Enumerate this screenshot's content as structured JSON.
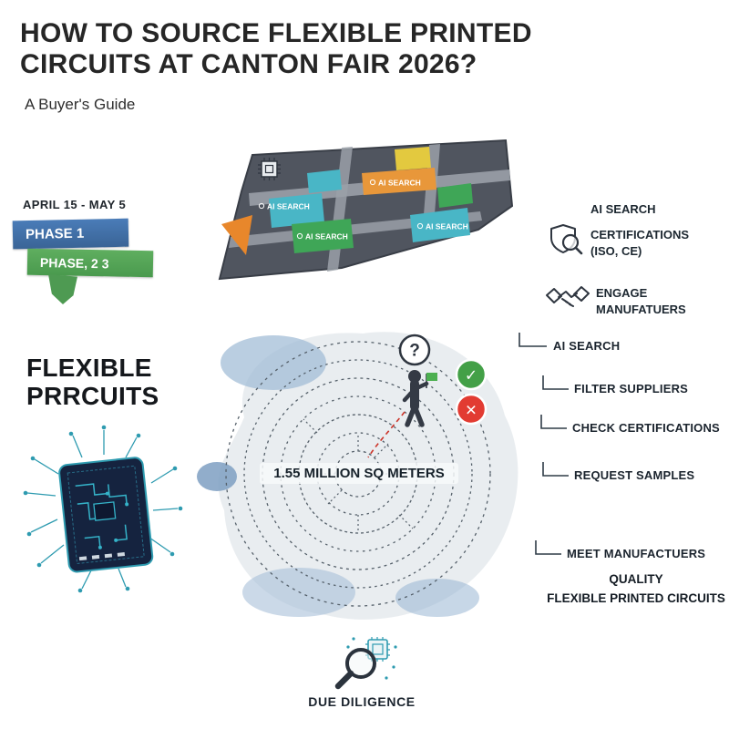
{
  "header": {
    "title_line1": "HOW TO SOURCE FLEXIBLE PRINTED",
    "title_line2": "CIRCUITS AT CANTON FAIR 2026?",
    "subtitle": "A Buyer's Guide"
  },
  "schedule": {
    "date_range": "APRIL 15 - MAY 5",
    "phase1_label": "PHASE 1",
    "phase2_label": "PHASE, 2 3"
  },
  "map": {
    "labels": [
      "AI SEARCH",
      "AI SEARCH",
      "AI SEARCH",
      "AI SEARCH"
    ]
  },
  "product": {
    "headline": "FLEXIBLE\nPRRCUITS"
  },
  "venue": {
    "area_text": "1.55 MILLION SQ METERS",
    "question_mark": "?",
    "check_icon": "✓",
    "cross_icon": "✕"
  },
  "legend": {
    "items": [
      {
        "label": "AI SEARCH",
        "icon": "none"
      },
      {
        "label": "CERTIFICATIONS (ISO, CE)",
        "icon": "shield-magnifier-icon"
      },
      {
        "label": "ENGAGE MANUFATUERS",
        "icon": "handshake-icon"
      }
    ]
  },
  "steps": {
    "items": [
      "AI SEARCH",
      "FILTER SUPPLIERS",
      "CHECK CERTIFICATIONS",
      "REQUEST SAMPLES",
      "MEET MANUFACTUERS"
    ],
    "outcome": "QUALITY\nFLEXIBLE PRINTED CIRCUITS"
  },
  "footer": {
    "label": "DUE DILIGENCE"
  },
  "colors": {
    "phase1_blue": "#3f6fa8",
    "phase2_green": "#56a85a",
    "map_base": "#50555f",
    "teal_block": "#49b6c6",
    "green_block": "#3fa657",
    "orange_block": "#e8973a",
    "yellow_block": "#e3c93f",
    "orange_triangle": "#e8872b",
    "check_green": "#43a047",
    "cross_red": "#e23b32",
    "circuit_teal": "#2e9bb0",
    "blob_gray": "#e9edf0",
    "blob_blue": "#8fb0cf"
  }
}
